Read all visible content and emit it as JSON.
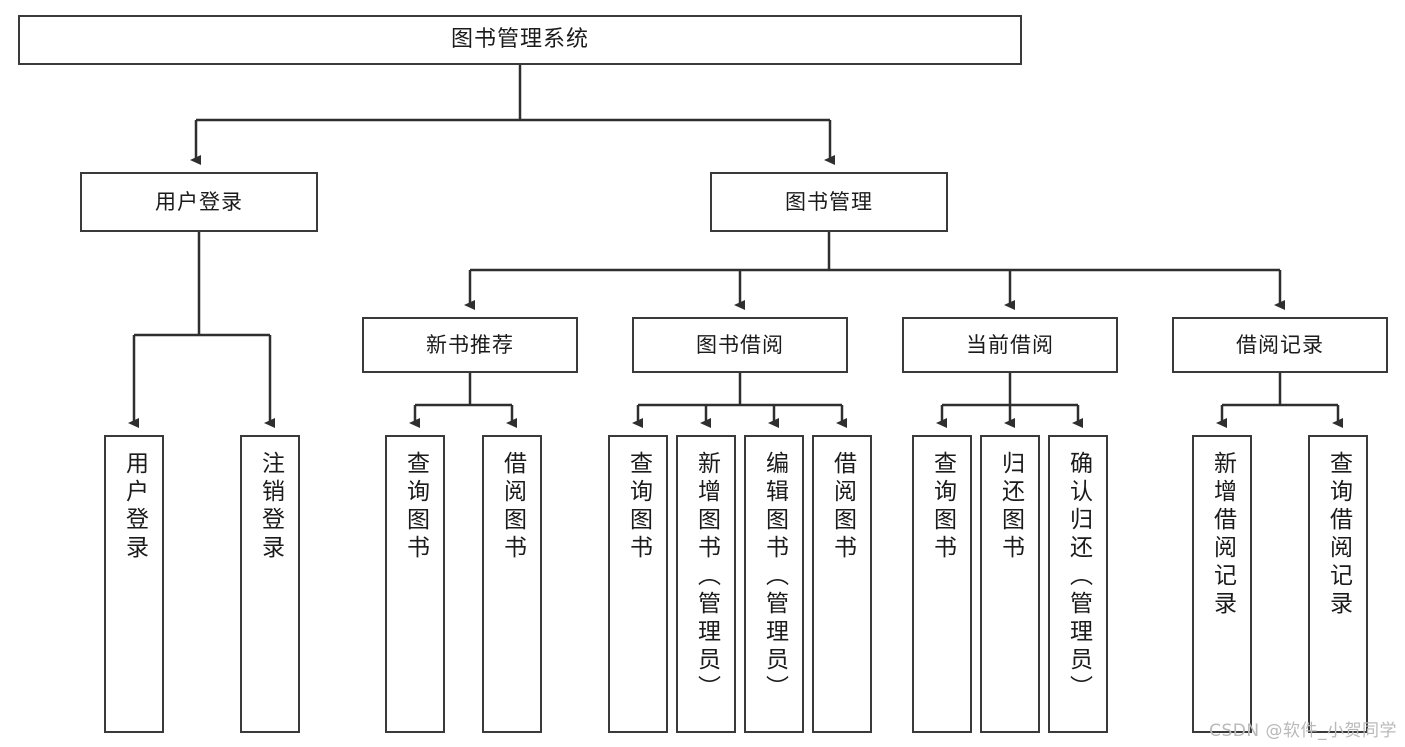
{
  "diagram": {
    "title": "图书管理系统",
    "type": "hierarchy-tree",
    "root": {
      "label": "图书管理系统"
    },
    "level2": [
      {
        "id": "user-login",
        "label": "用户登录"
      },
      {
        "id": "book-manage",
        "label": "图书管理"
      }
    ],
    "level3": [
      {
        "id": "new-book-recommend",
        "label": "新书推荐"
      },
      {
        "id": "book-borrow",
        "label": "图书借阅"
      },
      {
        "id": "current-borrow",
        "label": "当前借阅"
      },
      {
        "id": "borrow-record",
        "label": "借阅记录"
      }
    ],
    "leaves": {
      "user_login": [
        {
          "id": "leaf-user-login",
          "label": "用户登录"
        },
        {
          "id": "leaf-logout-login",
          "label": "注销登录"
        }
      ],
      "new_book_recommend": [
        {
          "id": "leaf-query-book-1",
          "label": "查询图书"
        },
        {
          "id": "leaf-borrow-book-1",
          "label": "借阅图书"
        }
      ],
      "book_borrow": [
        {
          "id": "leaf-query-book-2",
          "label": "查询图书"
        },
        {
          "id": "leaf-add-book",
          "label": "新增图书（管理员）"
        },
        {
          "id": "leaf-edit-book",
          "label": "编辑图书（管理员）"
        },
        {
          "id": "leaf-borrow-book-2",
          "label": "借阅图书"
        }
      ],
      "current_borrow": [
        {
          "id": "leaf-query-book-3",
          "label": "查询图书"
        },
        {
          "id": "leaf-return-book",
          "label": "归还图书"
        },
        {
          "id": "leaf-confirm-return",
          "label": "确认归还（管理员）"
        }
      ],
      "borrow_record": [
        {
          "id": "leaf-add-record",
          "label": "新增借阅记录"
        },
        {
          "id": "leaf-query-record",
          "label": "查询借阅记录"
        }
      ]
    }
  },
  "watermark": {
    "text": "CSDN @软件_小贺同学"
  },
  "colors": {
    "box_border": "#3a3a3a",
    "connector": "#2f2f2f",
    "background": "#ffffff",
    "text": "#1b1b1b",
    "watermark": "#b9b9b9"
  }
}
